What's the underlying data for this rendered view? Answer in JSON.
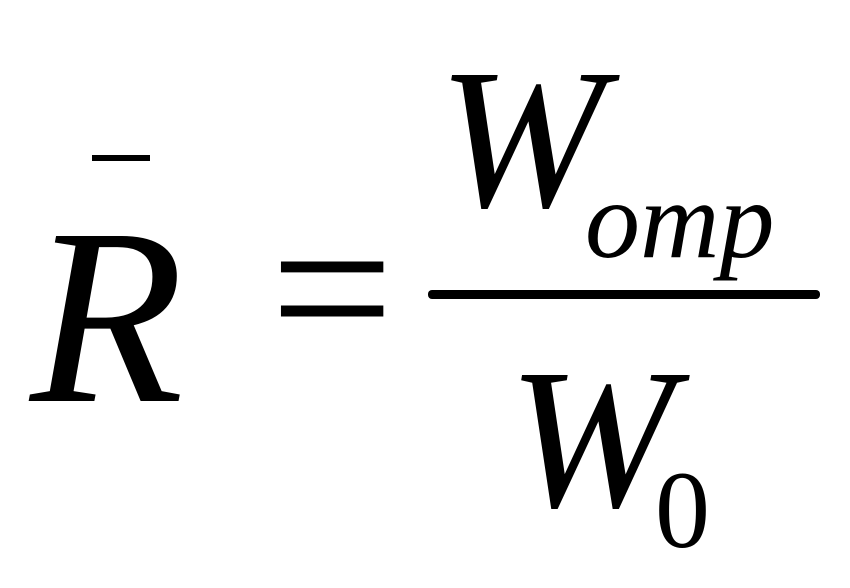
{
  "formula": {
    "lhs": {
      "symbol": "R",
      "accent": "bar"
    },
    "operator": "=",
    "numerator": {
      "base": "W",
      "subscript": "отр"
    },
    "denominator": {
      "base": "W",
      "subscript": "0"
    }
  }
}
